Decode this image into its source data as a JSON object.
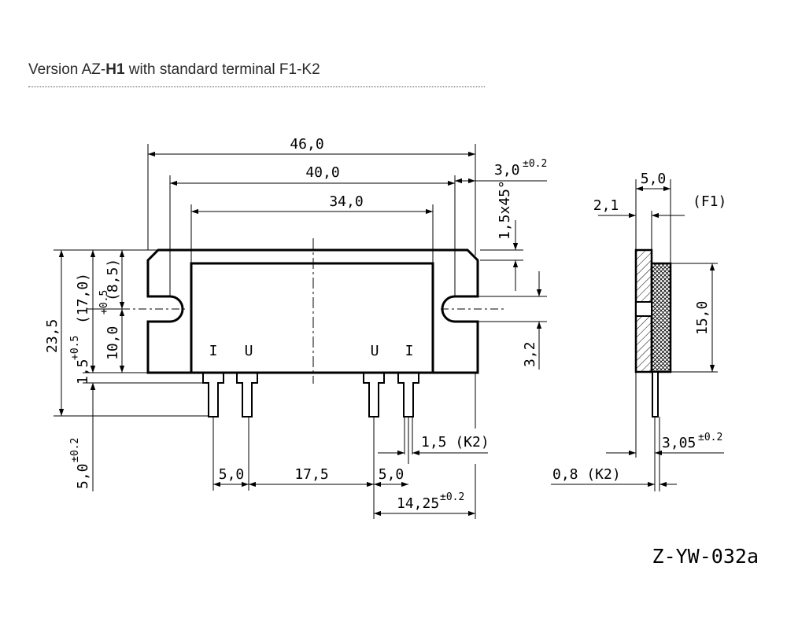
{
  "title": {
    "prefix": "Version AZ-",
    "bold": "H1",
    "suffix": " with standard terminal F1-K2"
  },
  "drawing_id": "Z-YW-032a",
  "dimensions": {
    "overall_width": "46,0",
    "hole_spacing": "40,0",
    "body_width": "34,0",
    "edge_offset": "3,0",
    "edge_offset_tol": "±0.2",
    "chamfer": "1,5x45°",
    "height_total": "23,5",
    "height_flange": "(17,0)",
    "height_half": "(8,5)",
    "height_body": "10,0",
    "height_body_tol": "+0.5",
    "pin_step": "1,5",
    "pin_step_tol": "+0.5",
    "pin_length": "5,0",
    "pin_length_tol": "±0.2",
    "slot_height": "3,2",
    "pin_pitch_left": "5,0",
    "pin_pitch_mid": "17,5",
    "pin_pitch_right": "5,0",
    "pin_width_k2": "1,5 (K2)",
    "pin_to_edge": "14,25",
    "pin_to_edge_tol": "±0.2"
  },
  "pins": {
    "p1": "I",
    "p2": "U",
    "p3": "U",
    "p4": "I"
  },
  "side_view": {
    "width": "5,0",
    "flange": "2,1",
    "label": "(F1)",
    "height": "15,0",
    "pin_offset": "3,05",
    "pin_offset_tol": "±0.2",
    "pin_thickness": "0,8 (K2)"
  },
  "colors": {
    "line": "#000000",
    "background": "#ffffff"
  }
}
